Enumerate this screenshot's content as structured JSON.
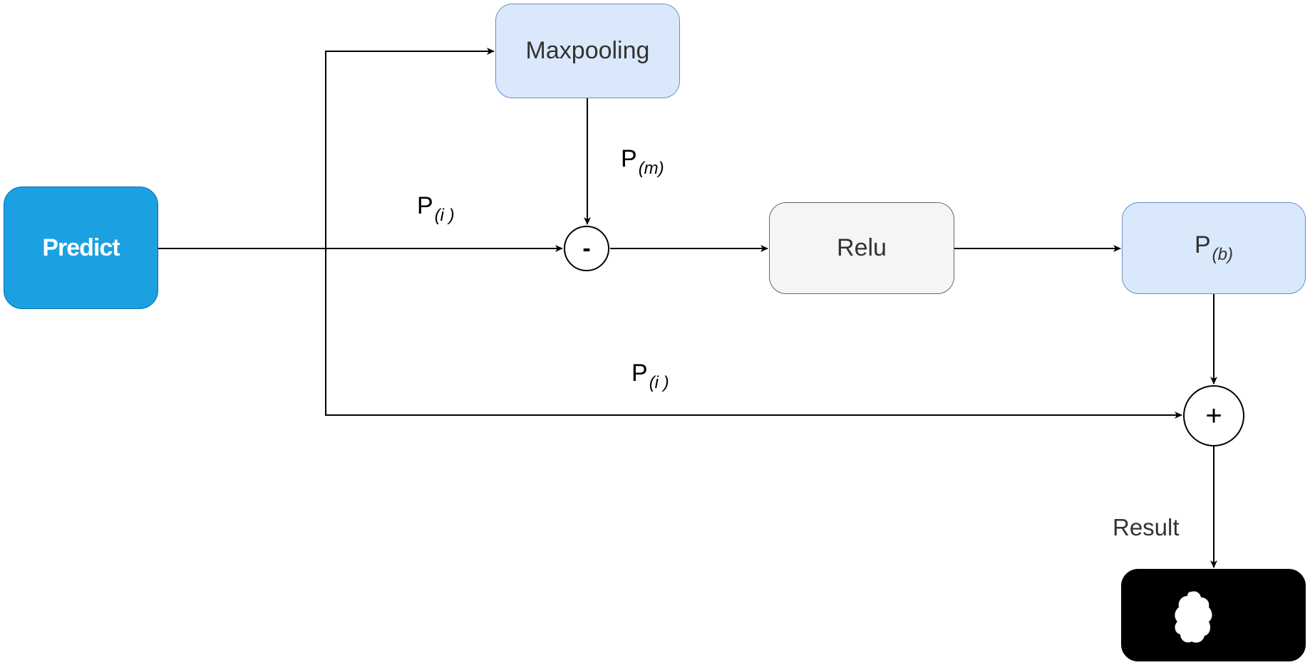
{
  "diagram": {
    "nodes": {
      "predict": {
        "label": "Predict"
      },
      "maxpooling": {
        "label": "Maxpooling"
      },
      "relu": {
        "label": "Relu"
      },
      "p_b": {
        "label": "P",
        "subscript": "(b)"
      },
      "result_image": {
        "description": "binary segmentation mask: white blob on black"
      }
    },
    "operators": {
      "subtract": {
        "symbol": "-"
      },
      "add": {
        "symbol": "+"
      }
    },
    "edge_labels": {
      "p_i_top": {
        "main": "P",
        "subscript": "(i )"
      },
      "p_m": {
        "main": "P",
        "subscript": "(m)"
      },
      "p_i_bottom": {
        "main": "P",
        "subscript": "(i )"
      },
      "result": {
        "text": "Result"
      }
    },
    "edges": [
      {
        "from": "Predict",
        "to": "subtract",
        "label": "P(i)"
      },
      {
        "from": "Predict",
        "to": "Maxpooling"
      },
      {
        "from": "Maxpooling",
        "to": "subtract",
        "label": "P(m)"
      },
      {
        "from": "subtract",
        "to": "Relu"
      },
      {
        "from": "Relu",
        "to": "P(b)"
      },
      {
        "from": "P(b)",
        "to": "add"
      },
      {
        "from": "Predict",
        "to": "add",
        "label": "P(i)"
      },
      {
        "from": "add",
        "to": "result_image",
        "label": "Result"
      }
    ],
    "colors": {
      "predict_fill": "#1ba1e2",
      "blue_box_fill": "#dae8fc",
      "blue_box_stroke": "#6c8ebf",
      "gray_box_fill": "#f5f5f5",
      "gray_box_stroke": "#666666",
      "result_fill": "#000000"
    }
  }
}
